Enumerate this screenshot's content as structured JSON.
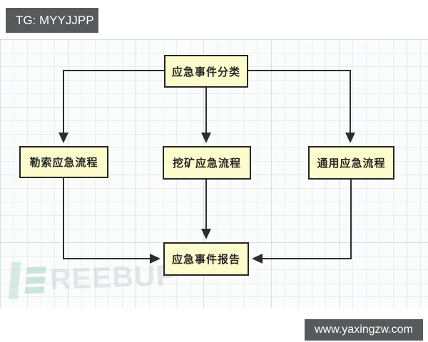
{
  "badges": {
    "tg": "TG: MYYJJPP",
    "website": "www.yaxingzw.com"
  },
  "watermark": {
    "brand": "freebuf",
    "text": "REEBUF"
  },
  "colors": {
    "node_fill": "#fcfccd",
    "node_border": "#262626",
    "arrow": "#2d2d2d",
    "badge_bg": "#58595b",
    "badge_text": "#ffffff",
    "grid_line": "#dde4e8",
    "watermark_teal": "#b9dccd"
  },
  "flowchart": {
    "nodes": [
      {
        "id": "classification",
        "label": "应急事件分类"
      },
      {
        "id": "ransomware",
        "label": "勒索应急流程"
      },
      {
        "id": "mining",
        "label": "挖矿应急流程"
      },
      {
        "id": "general",
        "label": "通用应急流程"
      },
      {
        "id": "report",
        "label": "应急事件报告"
      }
    ],
    "edges": [
      {
        "from": "classification",
        "to": "ransomware"
      },
      {
        "from": "classification",
        "to": "mining"
      },
      {
        "from": "classification",
        "to": "general"
      },
      {
        "from": "ransomware",
        "to": "report"
      },
      {
        "from": "mining",
        "to": "report"
      },
      {
        "from": "general",
        "to": "report"
      }
    ]
  }
}
